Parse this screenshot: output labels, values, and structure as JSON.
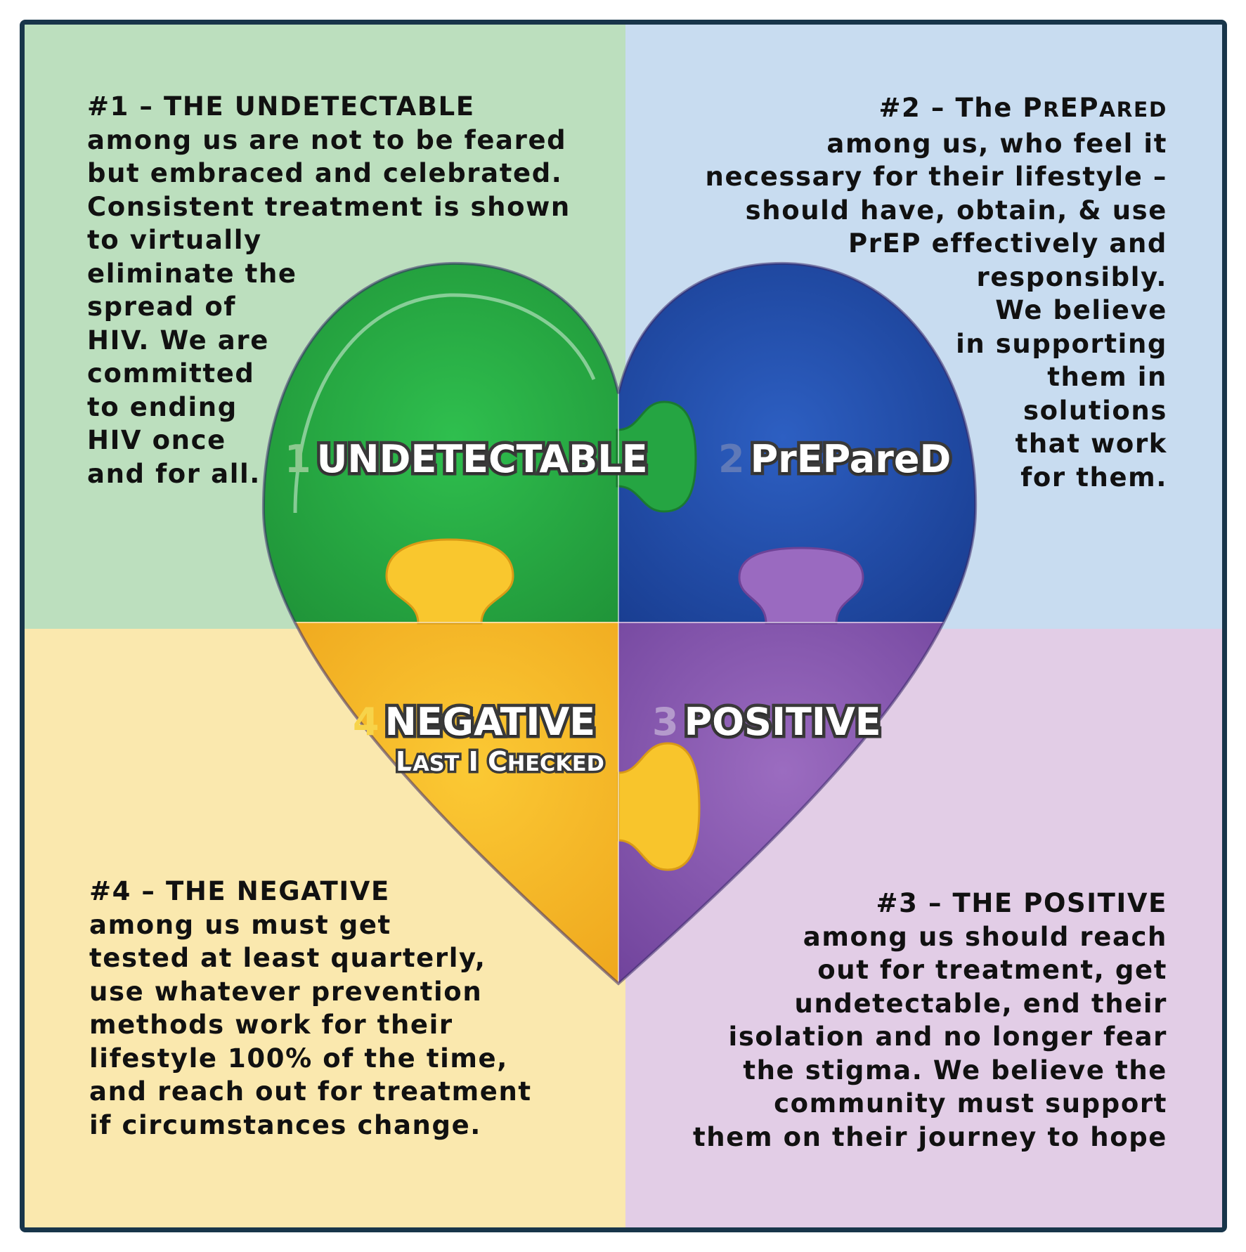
{
  "colors": {
    "frame": "#18354a",
    "q1_bg": "#bcdfbe",
    "q2_bg": "#c8dcf0",
    "q3_bg": "#e2cde6",
    "q4_bg": "#fae8ae",
    "green": "#2aa845",
    "blue": "#2049a6",
    "purple": "#8a5bb0",
    "yellow": "#f5b522"
  },
  "quadrants": {
    "q1": {
      "lines": [
        "#1 – THE UNDETECTABLE",
        "among us are not to be feared",
        "but embraced and celebrated.",
        "Consistent treatment is shown",
        "to virtually",
        "eliminate the",
        "spread of",
        "HIV. We are",
        "committed",
        "to ending",
        "HIV once",
        "and for all."
      ]
    },
    "q2": {
      "title_prefix": "#2 – The ",
      "title_word_parts": [
        "P",
        "R",
        "EP",
        "ARED"
      ],
      "lines": [
        "among us, who feel it",
        "necessary for their lifestyle –",
        "should have, obtain, & use",
        "PrEP effectively and",
        "responsibly.",
        "We believe",
        "in supporting",
        "them in",
        "solutions",
        "that work",
        "for them."
      ]
    },
    "q3": {
      "lines": [
        "#3 – THE POSITIVE",
        "among us should reach",
        "out for treatment, get",
        "undetectable, end their",
        "isolation and no longer fear",
        "the stigma. We believe the",
        "community must support",
        "them on their journey to hope"
      ]
    },
    "q4": {
      "lines": [
        "#4 – THE NEGATIVE",
        "among us must get",
        "tested at least quarterly,",
        "use whatever prevention",
        "methods work for their",
        "lifestyle 100% of the time,",
        "and reach out for treatment",
        "if circumstances change."
      ]
    }
  },
  "pieces": {
    "p1": {
      "number": "1",
      "label": "UNDETECTABLE"
    },
    "p2": {
      "number": "2",
      "label": "PrEPareD"
    },
    "p3": {
      "number": "3",
      "label": "POSITIVE"
    },
    "p4": {
      "number": "4",
      "label": "NEGATIVE",
      "sub_parts": [
        "L",
        "AST",
        " I ",
        "C",
        "HECKED"
      ]
    }
  }
}
